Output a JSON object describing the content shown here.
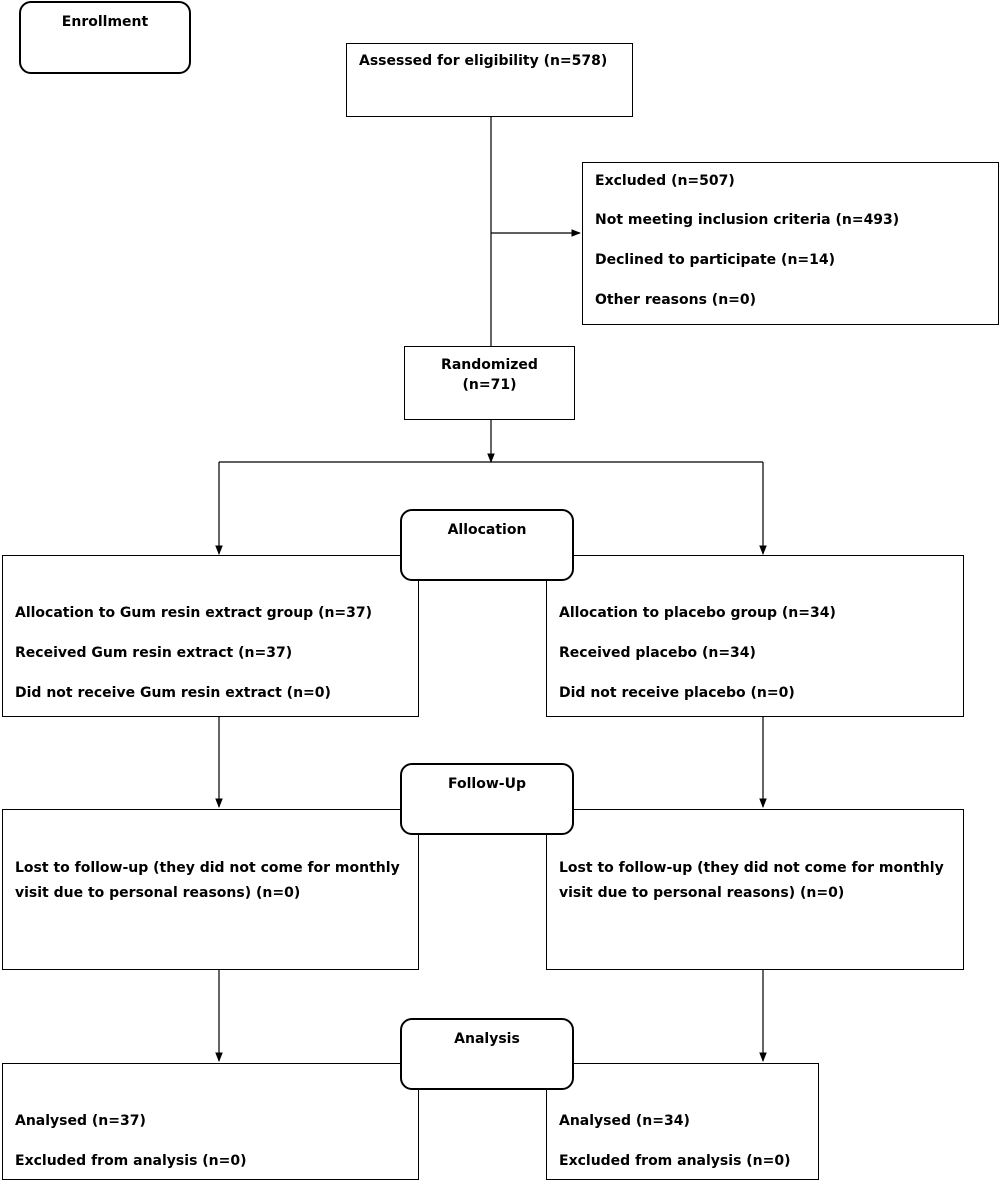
{
  "stages": {
    "enrollment": "Enrollment",
    "allocation": "Allocation",
    "follow_up": "Follow-Up",
    "analysis": "Analysis"
  },
  "assessed": "Assessed for eligibility (n=578)",
  "excluded": {
    "title": "Excluded (n=507)",
    "items": [
      "Not meeting inclusion criteria (n=493)",
      "Declined to participate (n=14)",
      "Other reasons (n=0)"
    ]
  },
  "randomized": {
    "label": "Randomized",
    "count": "(n=71)"
  },
  "allocation": {
    "left": [
      "Allocation to Gum resin extract group (n=37)",
      "Received Gum resin extract (n=37)",
      "Did not receive Gum resin extract (n=0)"
    ],
    "right": [
      "Allocation to placebo group (n=34)",
      "Received placebo (n=34)",
      "Did not receive placebo (n=0)"
    ]
  },
  "follow_up": {
    "left": "Lost to follow-up (they did not come for monthly visit due to personal reasons) (n=0)",
    "right": "Lost to follow-up (they did not come for monthly visit due to personal reasons) (n=0)"
  },
  "analysis": {
    "left": [
      "Analysed  (n=37)",
      "Excluded from analysis (n=0)"
    ],
    "right": [
      "Analysed  (n=34)",
      "Excluded from analysis (n=0)"
    ]
  }
}
